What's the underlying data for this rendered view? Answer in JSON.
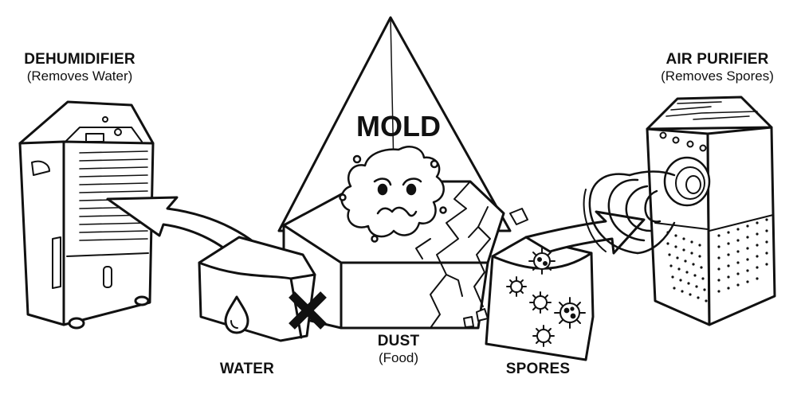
{
  "labels": {
    "dehumidifier": {
      "title": "DEHUMIDIFIER",
      "subtitle": "(Removes Water)"
    },
    "purifier": {
      "title": "AIR PURIFIER",
      "subtitle": "(Removes Spores)"
    },
    "mold": "MOLD",
    "dust": {
      "title": "DUST",
      "subtitle": "(Food)"
    },
    "water": "WATER",
    "spores": "SPORES"
  },
  "icons": {
    "dehumidifier": "dehumidifier-icon",
    "purifier": "air-purifier-icon",
    "mold": "mold-creature-icon",
    "water": "water-drop-icon",
    "spores": "spore-icon",
    "blocked": "x-mark-icon"
  },
  "colors": {
    "ink": "#111111",
    "paper": "#ffffff"
  }
}
